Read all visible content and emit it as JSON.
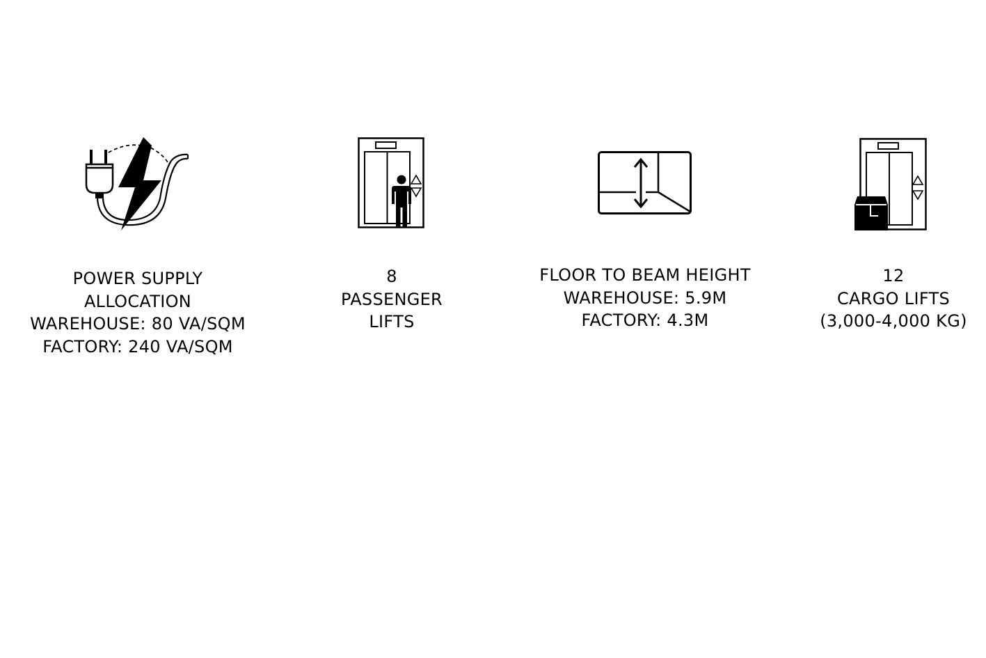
{
  "features": [
    {
      "icon": "power-plug-lightning-icon",
      "lines": [
        "POWER SUPPLY",
        "ALLOCATION",
        "WAREHOUSE: 80 VA/SQM",
        "FACTORY: 240 VA/SQM"
      ]
    },
    {
      "icon": "passenger-lift-icon",
      "lines": [
        "8",
        "PASSENGER",
        "LIFTS"
      ]
    },
    {
      "icon": "floor-to-beam-height-icon",
      "lines": [
        "FLOOR TO BEAM HEIGHT",
        "WAREHOUSE: 5.9M",
        "FACTORY: 4.3M"
      ]
    },
    {
      "icon": "cargo-lift-icon",
      "lines": [
        "12",
        "CARGO LIFTS",
        "(3,000-4,000 KG)"
      ]
    }
  ]
}
